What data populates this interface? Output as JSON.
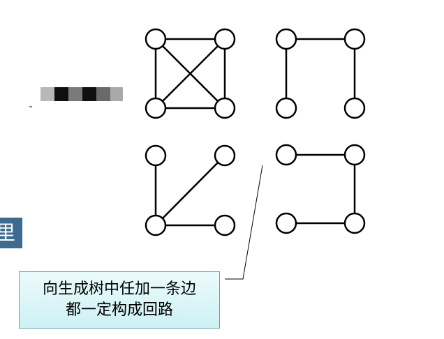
{
  "left_fragment": {
    "bar_colors": [
      "#b8b8b8",
      "#0f0f0f",
      "#7a7a7a",
      "#101010",
      "#6a6a6a",
      "#a9a9a9"
    ],
    "edge_char": "里",
    "edge_char_bg": "#3d6a8f"
  },
  "graphs": {
    "node_fill": "#ffffff",
    "stroke_color": "#000000"
  },
  "callout": {
    "line1": "向生成树中任加一条边",
    "line2": "都一定构成回路",
    "background": "#cdf1f4"
  }
}
